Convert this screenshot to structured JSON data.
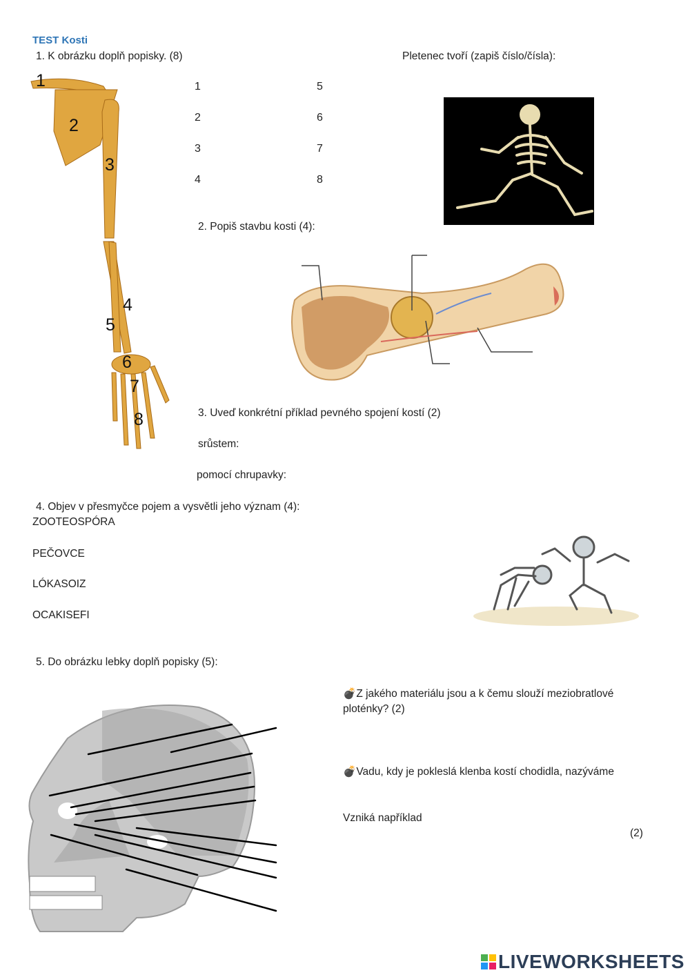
{
  "test_title": "TEST Kosti",
  "q1": {
    "heading": "1.    K obrázku doplň popisky. (8)",
    "answer_numbers": [
      "1",
      "2",
      "3",
      "4",
      "5",
      "6",
      "7",
      "8"
    ],
    "arm_labels": [
      "1",
      "2",
      "3",
      "4",
      "5",
      "6",
      "7",
      "8"
    ]
  },
  "pletenec": "Pletenec tvoří (zapiš číslo/čísla):",
  "q2": {
    "heading": "2.    Popiš stavbu kosti (4):"
  },
  "q3": {
    "heading": "3.    Uveď konkrétní příklad pevného spojení kostí (2)",
    "line1": "srůstem:",
    "line2": "pomocí chrupavky:"
  },
  "q4": {
    "heading": "4.    Objev v přesmyčce pojem a vysvětli jeho význam (4):",
    "words": [
      "ZOOTEOSPÓRA",
      "PEČOVCE",
      "LÓKASOIZ",
      "OCAKISEFI"
    ]
  },
  "q5": {
    "heading": "5.    Do obrázku lebky doplň popisky (5):"
  },
  "bonus": {
    "q1": "Z jakého materiálu jsou a k čemu slouží meziobratlové ploténky? (2)",
    "q2": "Vadu, kdy je pokleslá klenba kostí chodidla, nazýváme",
    "q2_line": "Vzniká například",
    "q2_points": "(2)",
    "bomb_icon": "bomb-icon"
  },
  "brand": {
    "text": "LIVEWORKSHEETS",
    "color": "#2c3e57"
  },
  "colors": {
    "title": "#2e75b6",
    "bone": "#e0a640",
    "skull": "#bdbdbd"
  }
}
